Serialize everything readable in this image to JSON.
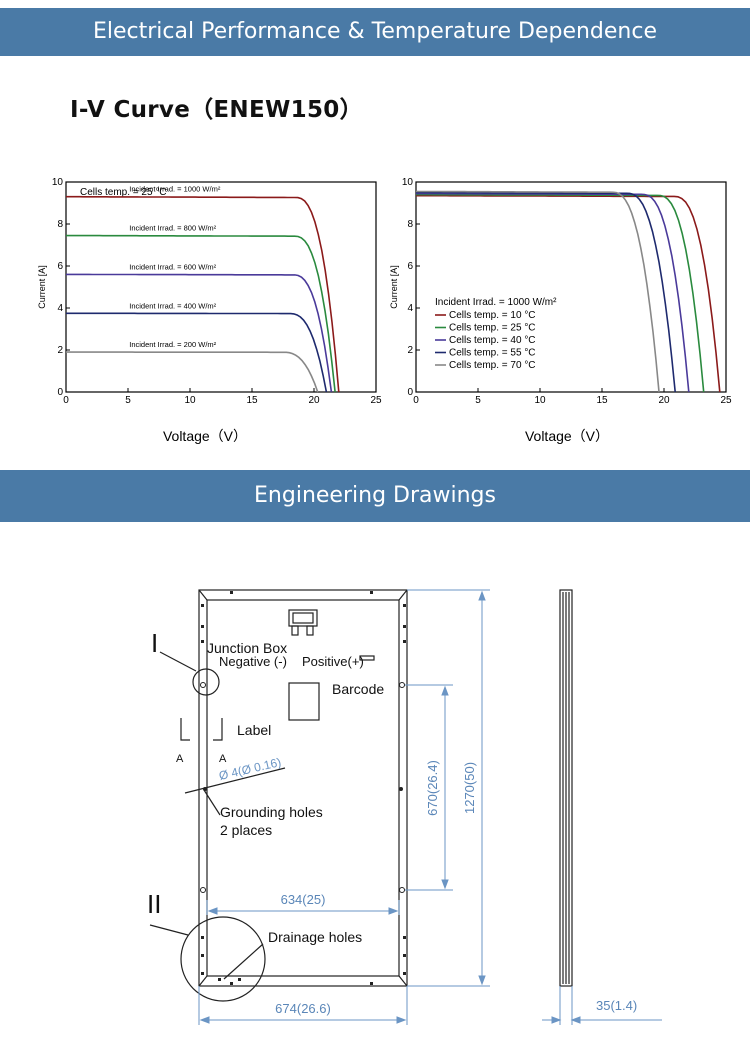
{
  "banners": {
    "performance": "Electrical Performance & Temperature Dependence",
    "drawings": "Engineering Drawings"
  },
  "iv_curve_title": "I-V Curve（ENEW150）",
  "chart_data": [
    {
      "type": "line",
      "annotation": "Cells temp. = 25 °C",
      "xlabel": "Voltage（V）",
      "ylabel": "Current [A]",
      "xlim": [
        0,
        25
      ],
      "ylim": [
        0,
        10
      ],
      "xticks": [
        0,
        5,
        10,
        15,
        20,
        25
      ],
      "yticks": [
        0,
        2,
        4,
        6,
        8,
        10
      ],
      "legend": "inline labels above curves",
      "series": [
        {
          "name": "Incident Irrad. = 1000 W/m²",
          "color": "#8b1a1a",
          "isc": 9.3,
          "voc": 22.0,
          "knee": 18.5
        },
        {
          "name": "Incident Irrad. = 800 W/m²",
          "color": "#2a8a3e",
          "isc": 7.45,
          "voc": 21.7,
          "knee": 18.4
        },
        {
          "name": "Incident Irrad. = 600 W/m²",
          "color": "#4a3a9a",
          "isc": 5.6,
          "voc": 21.4,
          "knee": 18.3
        },
        {
          "name": "Incident Irrad. = 400 W/m²",
          "color": "#1e2a6e",
          "isc": 3.75,
          "voc": 21.0,
          "knee": 18.0
        },
        {
          "name": "Incident Irrad. = 200 W/m²",
          "color": "#888888",
          "isc": 1.9,
          "voc": 20.3,
          "knee": 17.5
        }
      ]
    },
    {
      "type": "line",
      "legend_title": "Incident Irrad. = 1000 W/m²",
      "xlabel": "Voltage（V）",
      "ylabel": "Current [A]",
      "xlim": [
        0,
        25
      ],
      "ylim": [
        0,
        10
      ],
      "xticks": [
        0,
        5,
        10,
        15,
        20,
        25
      ],
      "yticks": [
        0,
        2,
        4,
        6,
        8,
        10
      ],
      "legend": "center-left",
      "series": [
        {
          "name": "Cells temp. = 10 °C",
          "color": "#8b1a1a",
          "isc": 9.35,
          "voc": 24.5,
          "knee": 20.8
        },
        {
          "name": "Cells temp. = 25 °C",
          "color": "#2a8a3e",
          "isc": 9.4,
          "voc": 23.2,
          "knee": 19.5
        },
        {
          "name": "Cells temp. = 40 °C",
          "color": "#4a3a9a",
          "isc": 9.45,
          "voc": 22.0,
          "knee": 18.2
        },
        {
          "name": "Cells temp. = 55 °C",
          "color": "#1e2a6e",
          "isc": 9.5,
          "voc": 20.9,
          "knee": 17.0
        },
        {
          "name": "Cells temp. = 70 °C",
          "color": "#888888",
          "isc": 9.55,
          "voc": 19.6,
          "knee": 15.8
        }
      ]
    }
  ],
  "drawing": {
    "labels": {
      "detail_1": "I",
      "detail_2": "II",
      "junction_box": "Junction Box",
      "negative": "Negative (-)",
      "positive": "Positive(+)",
      "barcode": "Barcode",
      "label": "Label",
      "section_a_left": "A",
      "section_a_right": "A",
      "hole_dim": "Ø 4(Ø 0.16)",
      "grounding_1": "Grounding holes",
      "grounding_2": "2 places",
      "drainage": "Drainage holes"
    },
    "dimensions": {
      "mount_spacing": "670(26.4)",
      "length": "1270(50)",
      "inner_width": "634(25)",
      "outer_width": "674(26.6)",
      "thickness": "35(1.4)"
    }
  }
}
